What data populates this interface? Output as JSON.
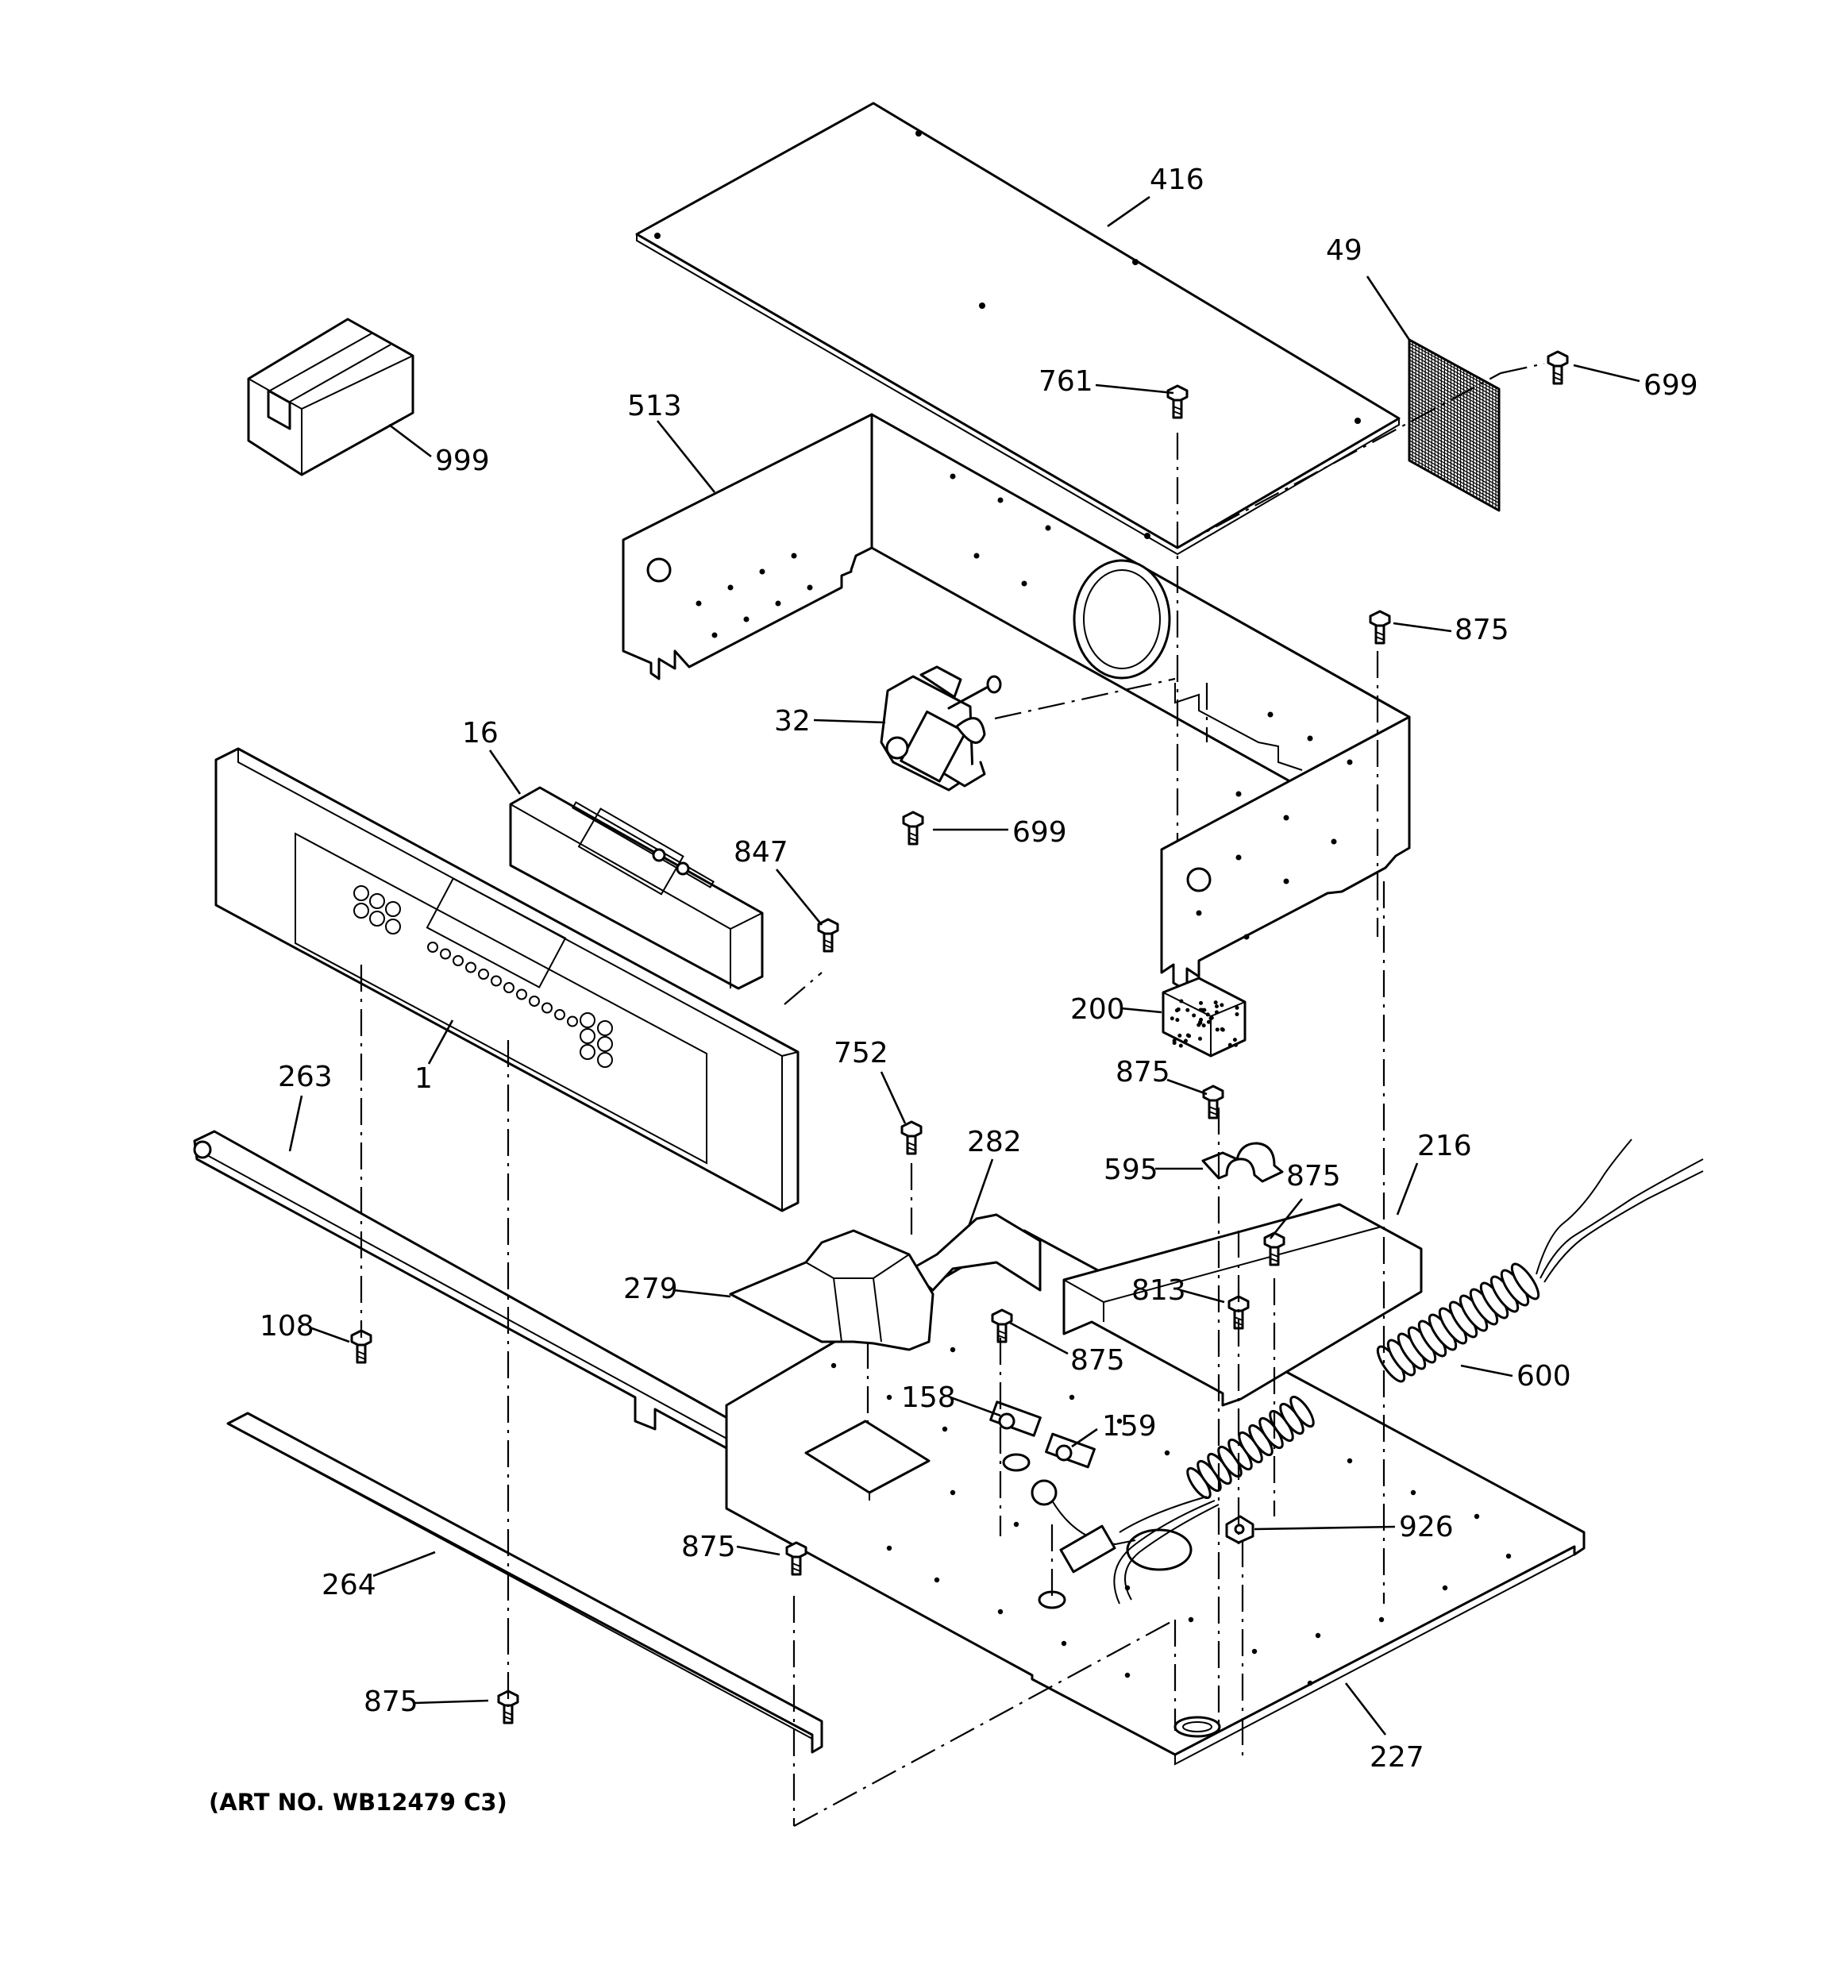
{
  "diagram": {
    "callouts": [
      {
        "label": "416"
      },
      {
        "label": "49"
      },
      {
        "label": "699"
      },
      {
        "label": "761"
      },
      {
        "label": "513"
      },
      {
        "label": "999"
      },
      {
        "label": "875"
      },
      {
        "label": "32"
      },
      {
        "label": "16"
      },
      {
        "label": "699"
      },
      {
        "label": "847"
      },
      {
        "label": "200"
      },
      {
        "label": "263"
      },
      {
        "label": "1"
      },
      {
        "label": "752"
      },
      {
        "label": "875"
      },
      {
        "label": "282"
      },
      {
        "label": "595"
      },
      {
        "label": "875"
      },
      {
        "label": "216"
      },
      {
        "label": "279"
      },
      {
        "label": "813"
      },
      {
        "label": "108"
      },
      {
        "label": "875"
      },
      {
        "label": "600"
      },
      {
        "label": "158"
      },
      {
        "label": "159"
      },
      {
        "label": "926"
      },
      {
        "label": "875"
      },
      {
        "label": "264"
      },
      {
        "label": "875"
      },
      {
        "label": "227"
      }
    ],
    "art_number": "(ART NO. WB12479 C3)"
  }
}
